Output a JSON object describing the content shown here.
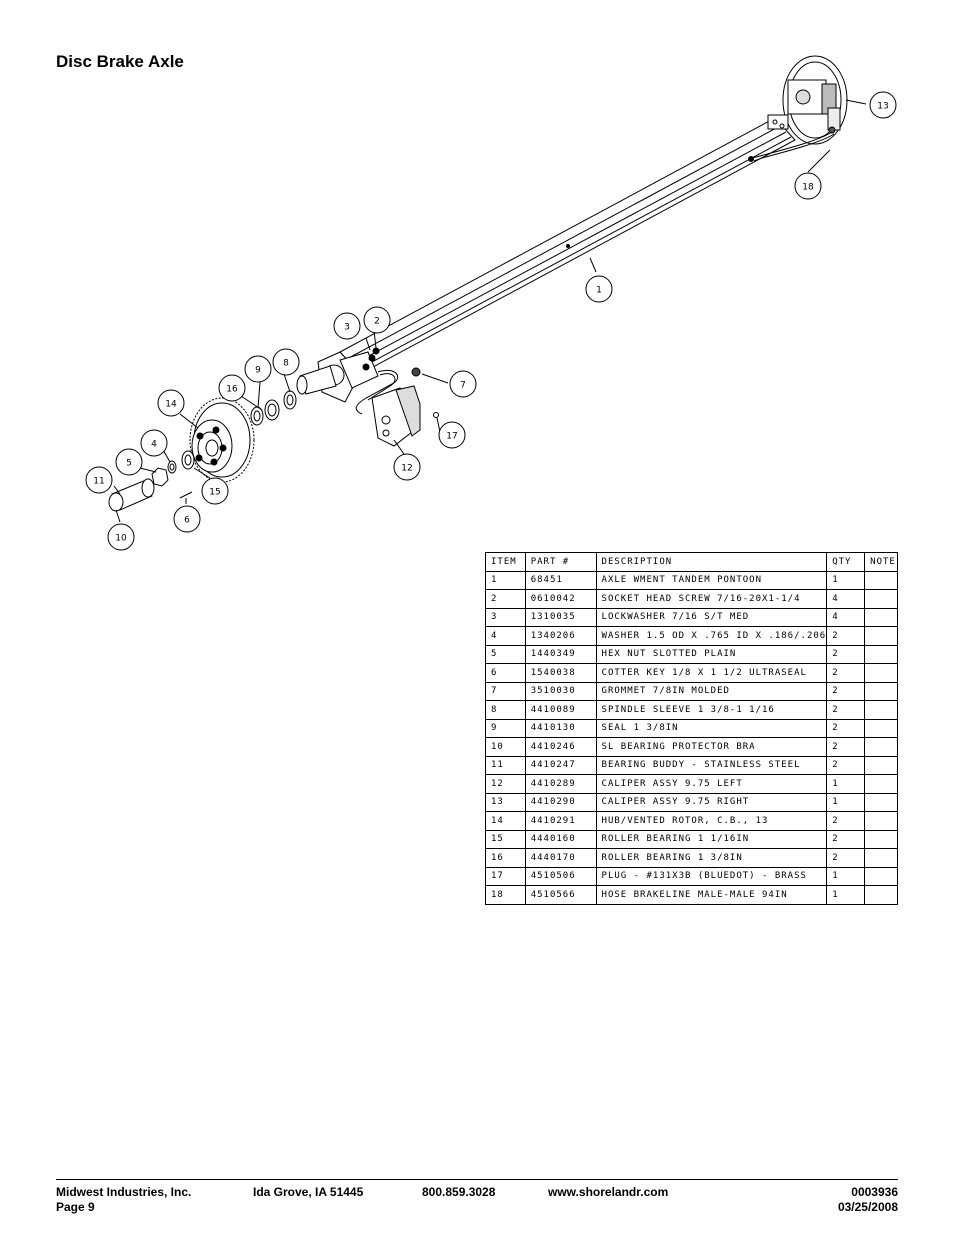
{
  "title": "Disc Brake Axle",
  "callouts": [
    "1",
    "2",
    "3",
    "4",
    "5",
    "6",
    "7",
    "8",
    "9",
    "10",
    "11",
    "12",
    "13",
    "14",
    "15",
    "16",
    "17",
    "18"
  ],
  "table": {
    "headers": [
      "ITEM",
      "PART #",
      "DESCRIPTION",
      "QTY",
      "NOTE"
    ],
    "rows": [
      [
        "1",
        "68451",
        "AXLE WMENT   TANDEM PONTOON",
        "1",
        ""
      ],
      [
        "2",
        "0610042",
        "SOCKET HEAD SCREW 7/16-20X1-1/4",
        "4",
        ""
      ],
      [
        "3",
        "1310035",
        "LOCKWASHER 7/16 S/T MED",
        "4",
        ""
      ],
      [
        "4",
        "1340206",
        "WASHER 1.5 OD X .765 ID X .186/.206",
        "2",
        ""
      ],
      [
        "5",
        "1440349",
        "HEX NUT SLOTTED PLAIN",
        "2",
        ""
      ],
      [
        "6",
        "1540038",
        "COTTER KEY 1/8 X 1 1/2 ULTRASEAL",
        "2",
        ""
      ],
      [
        "7",
        "3510030",
        "GROMMET  7/8IN MOLDED",
        "2",
        ""
      ],
      [
        "8",
        "4410089",
        "SPINDLE SLEEVE  1 3/8-1 1/16",
        "2",
        ""
      ],
      [
        "9",
        "4410130",
        "SEAL  1 3/8IN",
        "2",
        ""
      ],
      [
        "10",
        "4410246",
        "SL BEARING PROTECTOR BRA",
        "2",
        ""
      ],
      [
        "11",
        "4410247",
        "BEARING BUDDY - STAINLESS STEEL",
        "2",
        ""
      ],
      [
        "12",
        "4410289",
        "CALIPER ASSY 9.75 LEFT",
        "1",
        ""
      ],
      [
        "13",
        "4410290",
        "CALIPER ASSY 9.75 RIGHT",
        "1",
        ""
      ],
      [
        "14",
        "4410291",
        "HUB/VENTED ROTOR, C.B.,  13",
        "2",
        ""
      ],
      [
        "15",
        "4440160",
        "ROLLER BEARING   1 1/16IN",
        "2",
        ""
      ],
      [
        "16",
        "4440170",
        "ROLLER BEARING   1 3/8IN",
        "2",
        ""
      ],
      [
        "17",
        "4510506",
        "PLUG - #131X3B (BLUEDOT) - BRASS",
        "1",
        ""
      ],
      [
        "18",
        "4510566",
        "HOSE BRAKELINE MALE-MALE 94IN",
        "1",
        ""
      ]
    ]
  },
  "footer": {
    "company": "Midwest Industries, Inc.",
    "page": "Page 9",
    "location": "Ida Grove, IA  51445",
    "phone": "800.859.3028",
    "website": "www.shorelandr.com",
    "doc_number": "0003936",
    "date": "03/25/2008"
  }
}
